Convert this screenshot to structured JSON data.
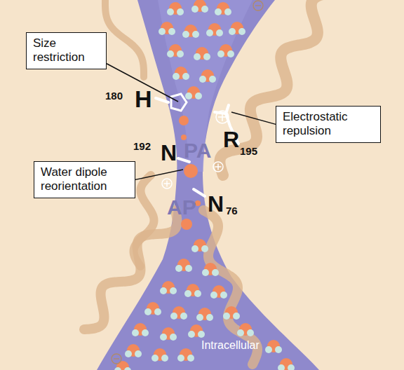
{
  "diagram": {
    "nodes": [
      {
        "text": [
          "Size restriction"
        ]
      },
      {
        "text": [
          "Electrostatic repulsion"
        ]
      },
      {
        "text": [
          "Water dipole reorientation"
        ]
      }
    ],
    "labels": [
      "180",
      "H",
      "192",
      "N",
      "PA",
      "R",
      "195",
      "AP",
      "N",
      "76",
      "Intracellular"
    ]
  }
}
